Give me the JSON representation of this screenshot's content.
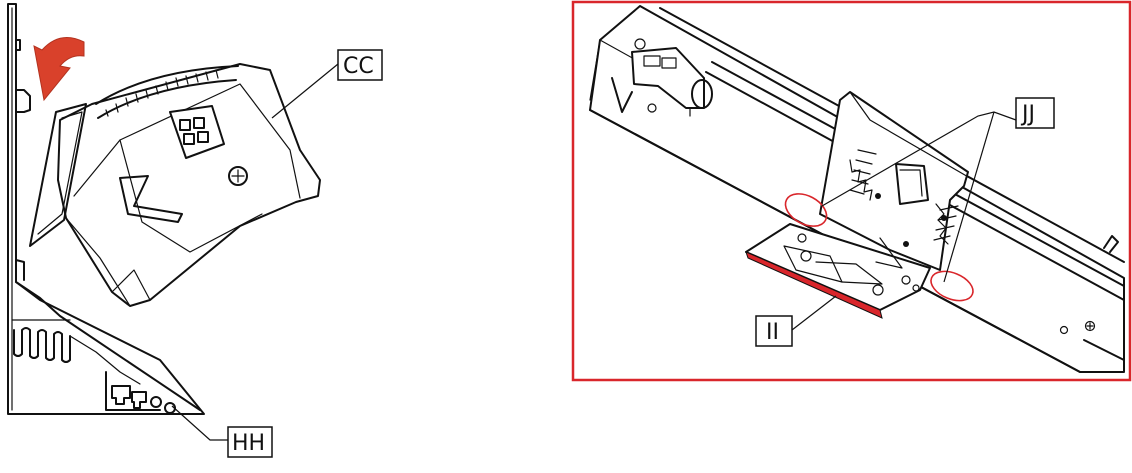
{
  "callouts": {
    "cc": "CC",
    "hh": "HH",
    "ii": "II",
    "jj": "JJ"
  },
  "colors": {
    "arrow": "#d9412b",
    "frame": "#d9262b",
    "highlight_circle": "#d9262b",
    "line": "#111111"
  },
  "icons": {
    "rotation_arrow": "curved-arrow-icon"
  }
}
